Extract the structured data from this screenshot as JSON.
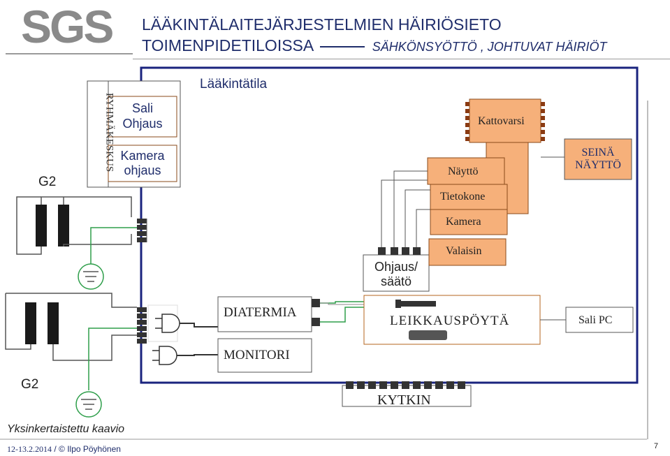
{
  "header": {
    "logo_text": "SGS",
    "title_line1": "LÄÄKINTÄLAITEJÄRJESTELMIEN HÄIRIÖSIETO",
    "title_line2_main": "TOIMENPIDETILOISSA",
    "title_line2_sub": "SÄHKÖNSYÖTTÖ , JOHTUVAT HÄIRIÖT"
  },
  "diagram": {
    "room_label": "Lääkintätila",
    "group_center_label": "RYHMÄKESKUS",
    "g2_top": "G2",
    "g2_bottom": "G2",
    "sali_ohjaus_line1": "Sali",
    "sali_ohjaus_line2": "Ohjaus",
    "kamera_ohjaus_line1": "Kamera",
    "kamera_ohjaus_line2": "ohjaus",
    "kattovarsi": "Kattovarsi",
    "seina_naytto_line1": "SEINÄ",
    "seina_naytto_line2": "NÄYTTÖ",
    "naytto": "Näyttö",
    "tietokone": "Tietokone",
    "kamera": "Kamera",
    "valaisin": "Valaisin",
    "ohjaus_saato_line1": "Ohjaus/",
    "ohjaus_saato_line2": "säätö",
    "diatermia": "DIATERMIA",
    "monitori": "MONITORI",
    "leikkauspoyta": "LEIKKAUSPÖYTÄ",
    "sali_pc": "Sali PC",
    "kytkin": "KYTKIN"
  },
  "footer": {
    "caption": "Yksinkertaistettu kaavio",
    "date": "12-13.2.2014",
    "author": "/ © Ilpo Pöyhönen",
    "page_number": "7"
  },
  "colors": {
    "logo_gray": "#8a8a8a",
    "title_navy": "#1f2d6b",
    "room_border": "#1a237e",
    "orange_fill": "#f6b07a",
    "orange_border": "#8a4a1a",
    "green_wire": "#2e9e4a"
  }
}
